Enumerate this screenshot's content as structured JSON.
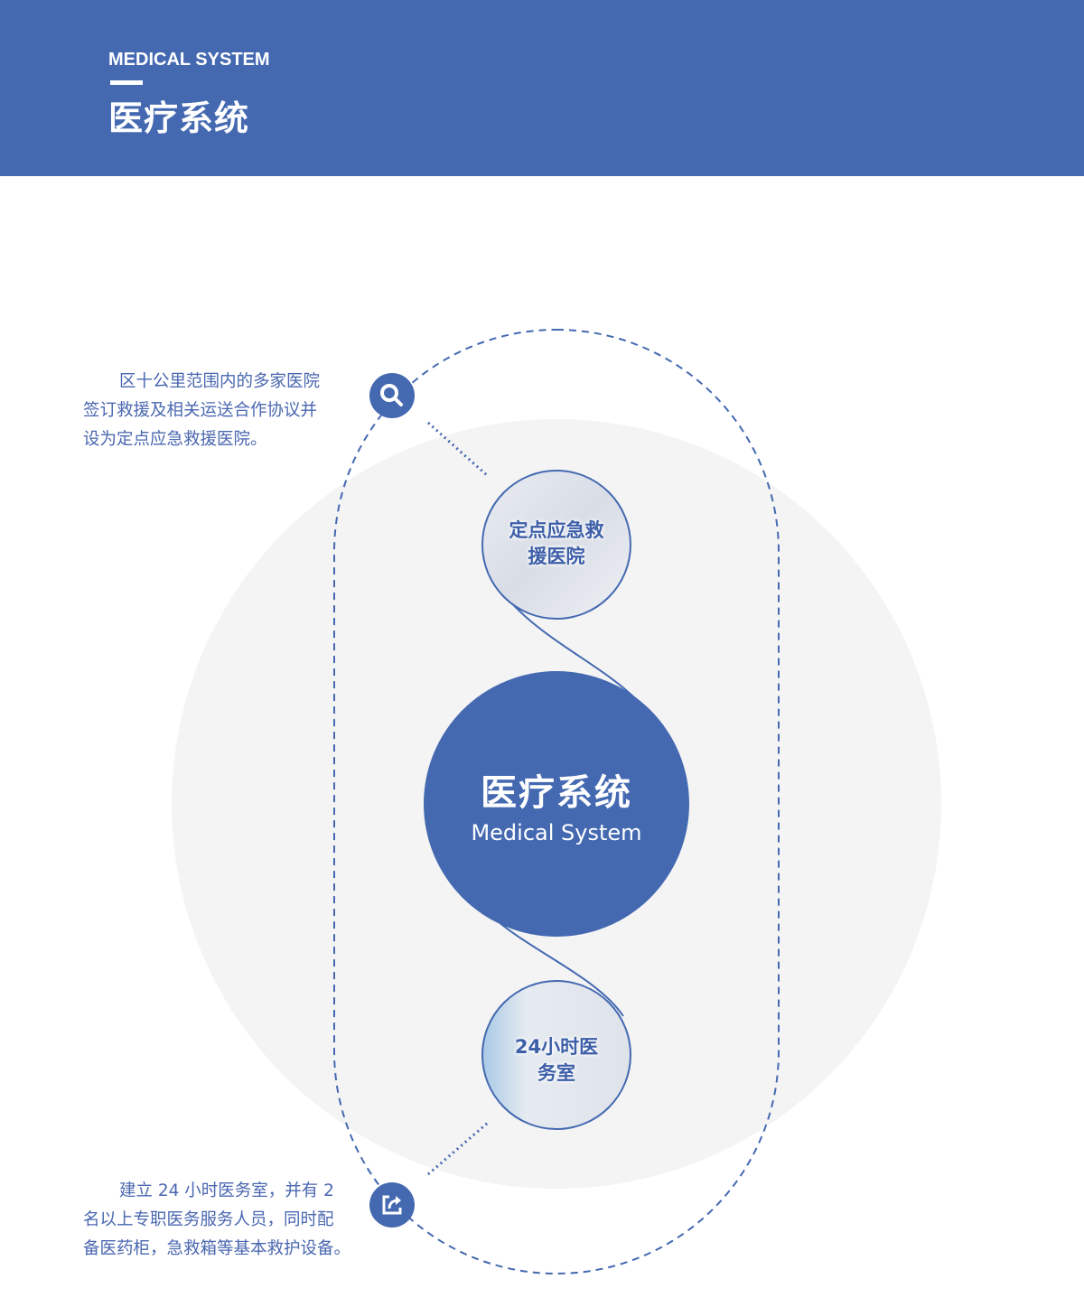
{
  "header": {
    "subtitle_en": "MEDICAL SYSTEM",
    "title_zh": "医疗系统"
  },
  "center": {
    "title_zh": "医疗系统",
    "title_en": "Medical System"
  },
  "nodes": [
    {
      "label_line1": "定点应急救",
      "label_line2": "援医院",
      "icon": "search-icon"
    },
    {
      "label_line1": "24小时医",
      "label_line2": "务室",
      "icon": "share-icon"
    }
  ],
  "descriptions": [
    {
      "line1": "区十公里范围内的多家医院",
      "line2": "签订救援及相关运送合作协议并",
      "line3": "设为定点应急救援医院。"
    },
    {
      "line1": "建立 24 小时医务室，并有 2",
      "line2": "名以上专职医务服务人员，同时配",
      "line3": "备医药柜，急救箱等基本救护设备。"
    }
  ],
  "colors": {
    "primary": "#4469b1",
    "background_circle": "#f4f4f4",
    "text": "#4a67b0"
  }
}
